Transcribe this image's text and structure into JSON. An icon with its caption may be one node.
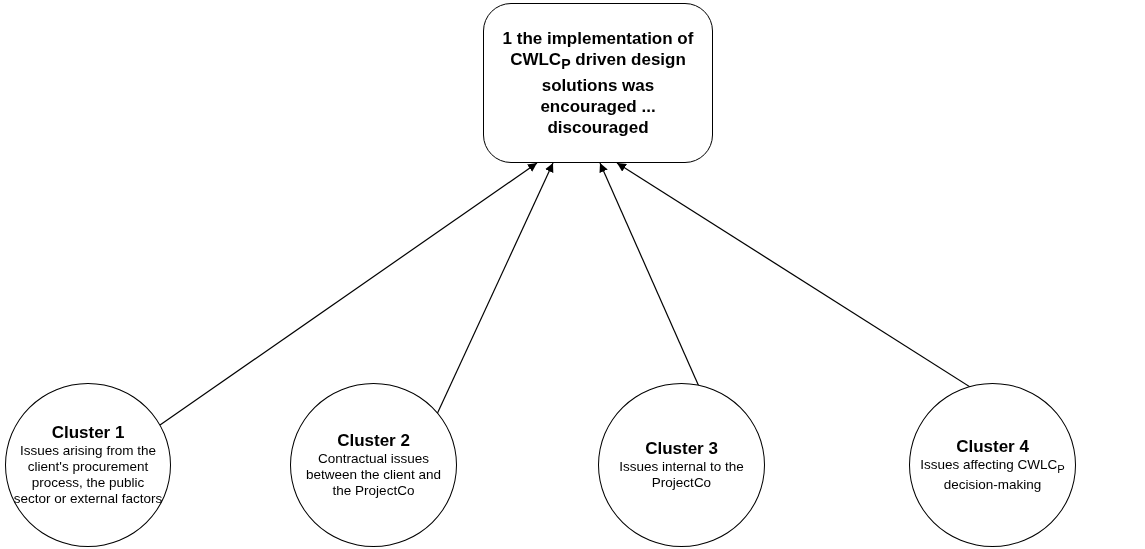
{
  "diagram": {
    "nodes": [
      {
        "text": [
          "1 the implementation of CWLC$_{P}$ driven design solutions was encouraged ... discouraged"
        ]
      },
      {
        "text": [
          "Cluster 1",
          "Issues arising from the client's procurement process, the public sector or external factors"
        ]
      },
      {
        "text": [
          "Cluster 2",
          "Contractual issues between the client and the ProjectCo"
        ]
      },
      {
        "text": [
          "Cluster 3",
          "Issues internal to the ProjectCo"
        ]
      },
      {
        "text": [
          "Cluster 4",
          "Issues affecting CWLC$_{P}$ decision-making"
        ]
      }
    ],
    "edges": [
      {
        "from": 1,
        "to": 0,
        "arrow": "to"
      },
      {
        "from": 2,
        "to": 0,
        "arrow": "to"
      },
      {
        "from": 3,
        "to": 0,
        "arrow": "to"
      },
      {
        "from": 4,
        "to": 0,
        "arrow": "to"
      }
    ]
  }
}
